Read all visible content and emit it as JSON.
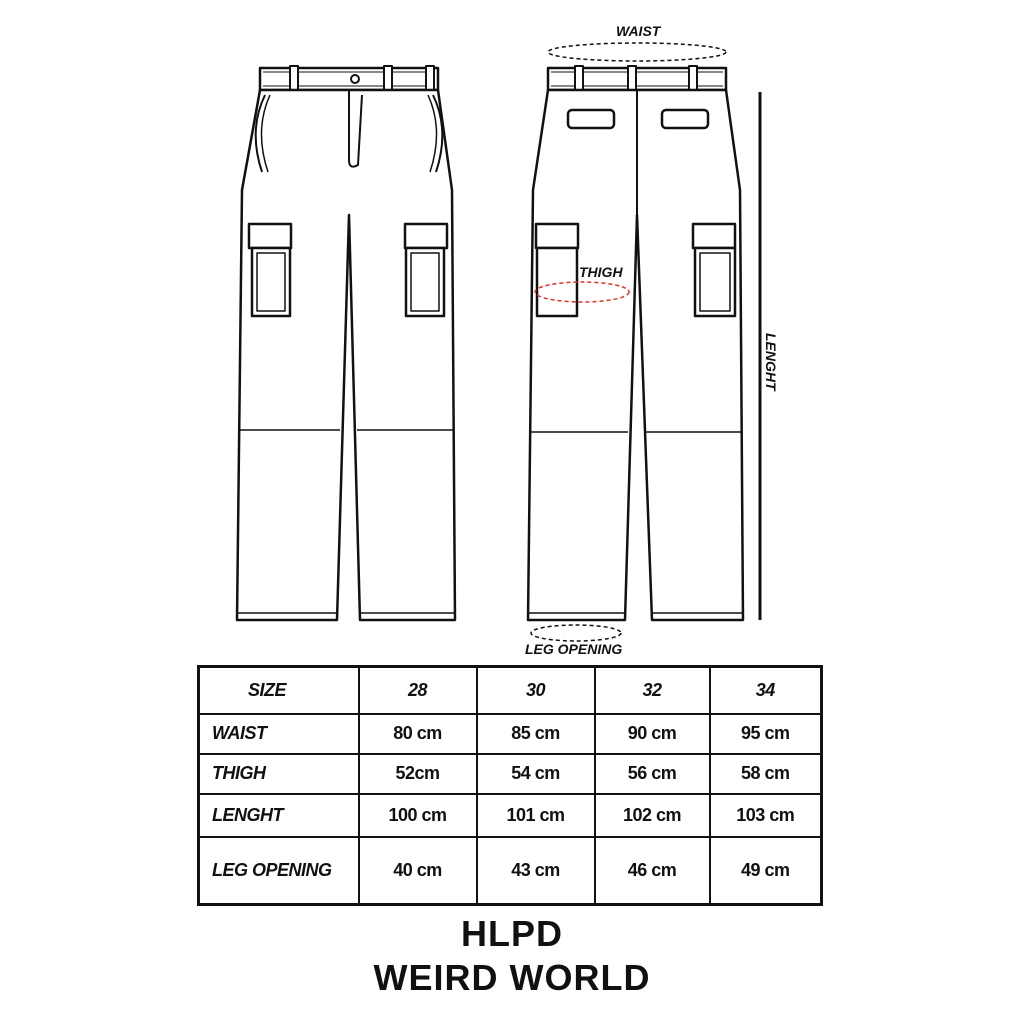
{
  "diagram": {
    "labels": {
      "waist": "WAIST",
      "thigh": "THIGH",
      "length": "LENGHT",
      "leg_opening": "LEG OPENING"
    },
    "colors": {
      "outline": "#111111",
      "thigh_marker": "#e0302a"
    }
  },
  "size_table": {
    "header": {
      "label": "SIZE",
      "sizes": [
        "28",
        "30",
        "32",
        "34"
      ]
    },
    "rows": [
      {
        "label": "WAIST",
        "values": [
          "80 cm",
          "85 cm",
          "90 cm",
          "95 cm"
        ]
      },
      {
        "label": "THIGH",
        "values": [
          "52cm",
          "54 cm",
          "56 cm",
          "58 cm"
        ]
      },
      {
        "label": "LENGHT",
        "values": [
          "100 cm",
          "101 cm",
          "102 cm",
          "103 cm"
        ]
      },
      {
        "label": "LEG OPENING",
        "values": [
          "40 cm",
          "43 cm",
          "46 cm",
          "49 cm"
        ]
      }
    ]
  },
  "brand": {
    "line1": "HLPD",
    "line2": "WEIRD WORLD"
  }
}
